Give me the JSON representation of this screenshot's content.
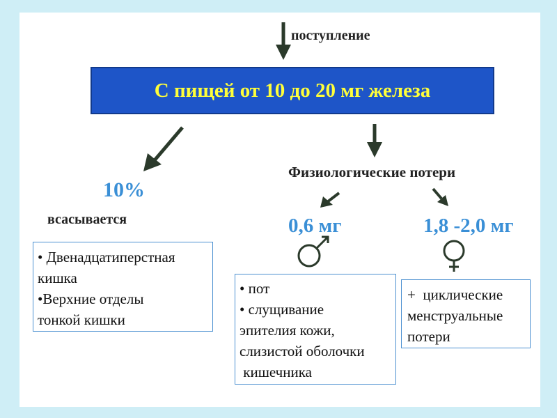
{
  "intake_label": "поступление",
  "banner": "С пищей от 10 до 20 мг железа",
  "absorbed": {
    "percent": "10%",
    "label": "всасывается",
    "sites": [
      "• Двенадцатиперстная",
      "кишка",
      "•Верхние отделы",
      "тонкой кишки"
    ]
  },
  "losses": {
    "heading": "Физиологические потери",
    "male": {
      "amount": "0,6 мг",
      "items": [
        "• пот",
        "• слущивание",
        "эпителия кожи,",
        "слизистой оболочки",
        " кишечника"
      ]
    },
    "female": {
      "amount": "1,8 -2,0 мг",
      "items": [
        "+  циклические",
        "менструальные",
        "потери"
      ]
    }
  },
  "colors": {
    "banner_bg": "#1e55c8",
    "banner_text": "#ffff3a",
    "accent_numbers": "#3a8fd6",
    "arrows": "#2b3a2b",
    "box_border": "#4a8fd0",
    "page_bg": "#cfeef6"
  },
  "icons": [
    "down-arrow-icon",
    "male-symbol-icon",
    "female-symbol-icon"
  ]
}
